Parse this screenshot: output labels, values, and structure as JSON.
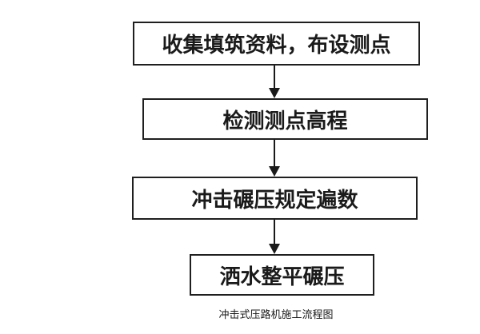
{
  "diagram": {
    "caption": "冲击式压路机施工流程图",
    "nodes": [
      {
        "label": "收集填筑资料，布设测点"
      },
      {
        "label": "检测测点高程"
      },
      {
        "label": "冲击碾压规定遍数"
      },
      {
        "label": "洒水整平碾压"
      }
    ],
    "flow_direction": "top-to-bottom",
    "colors": {
      "background": "#ffffff",
      "box_border": "#1f1f1f",
      "text": "#1a1a1a",
      "arrow": "#1a1a1a"
    }
  }
}
